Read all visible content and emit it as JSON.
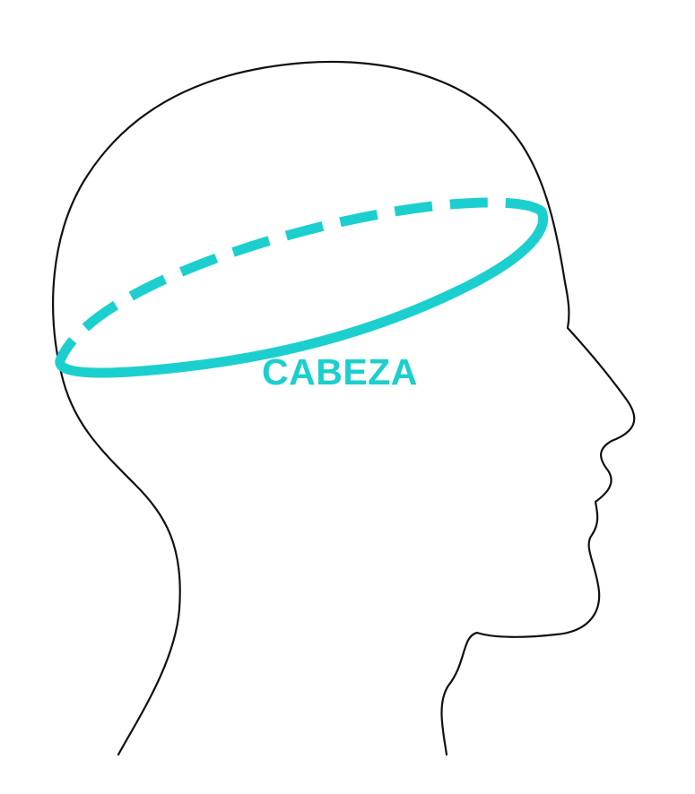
{
  "label": "CABEZA",
  "colors": {
    "measure": "#1ccfcf",
    "outline": "#111111",
    "background": "#ffffff"
  },
  "icons": {
    "head": "head-profile-outline",
    "measure": "head-circumference-ellipse"
  }
}
